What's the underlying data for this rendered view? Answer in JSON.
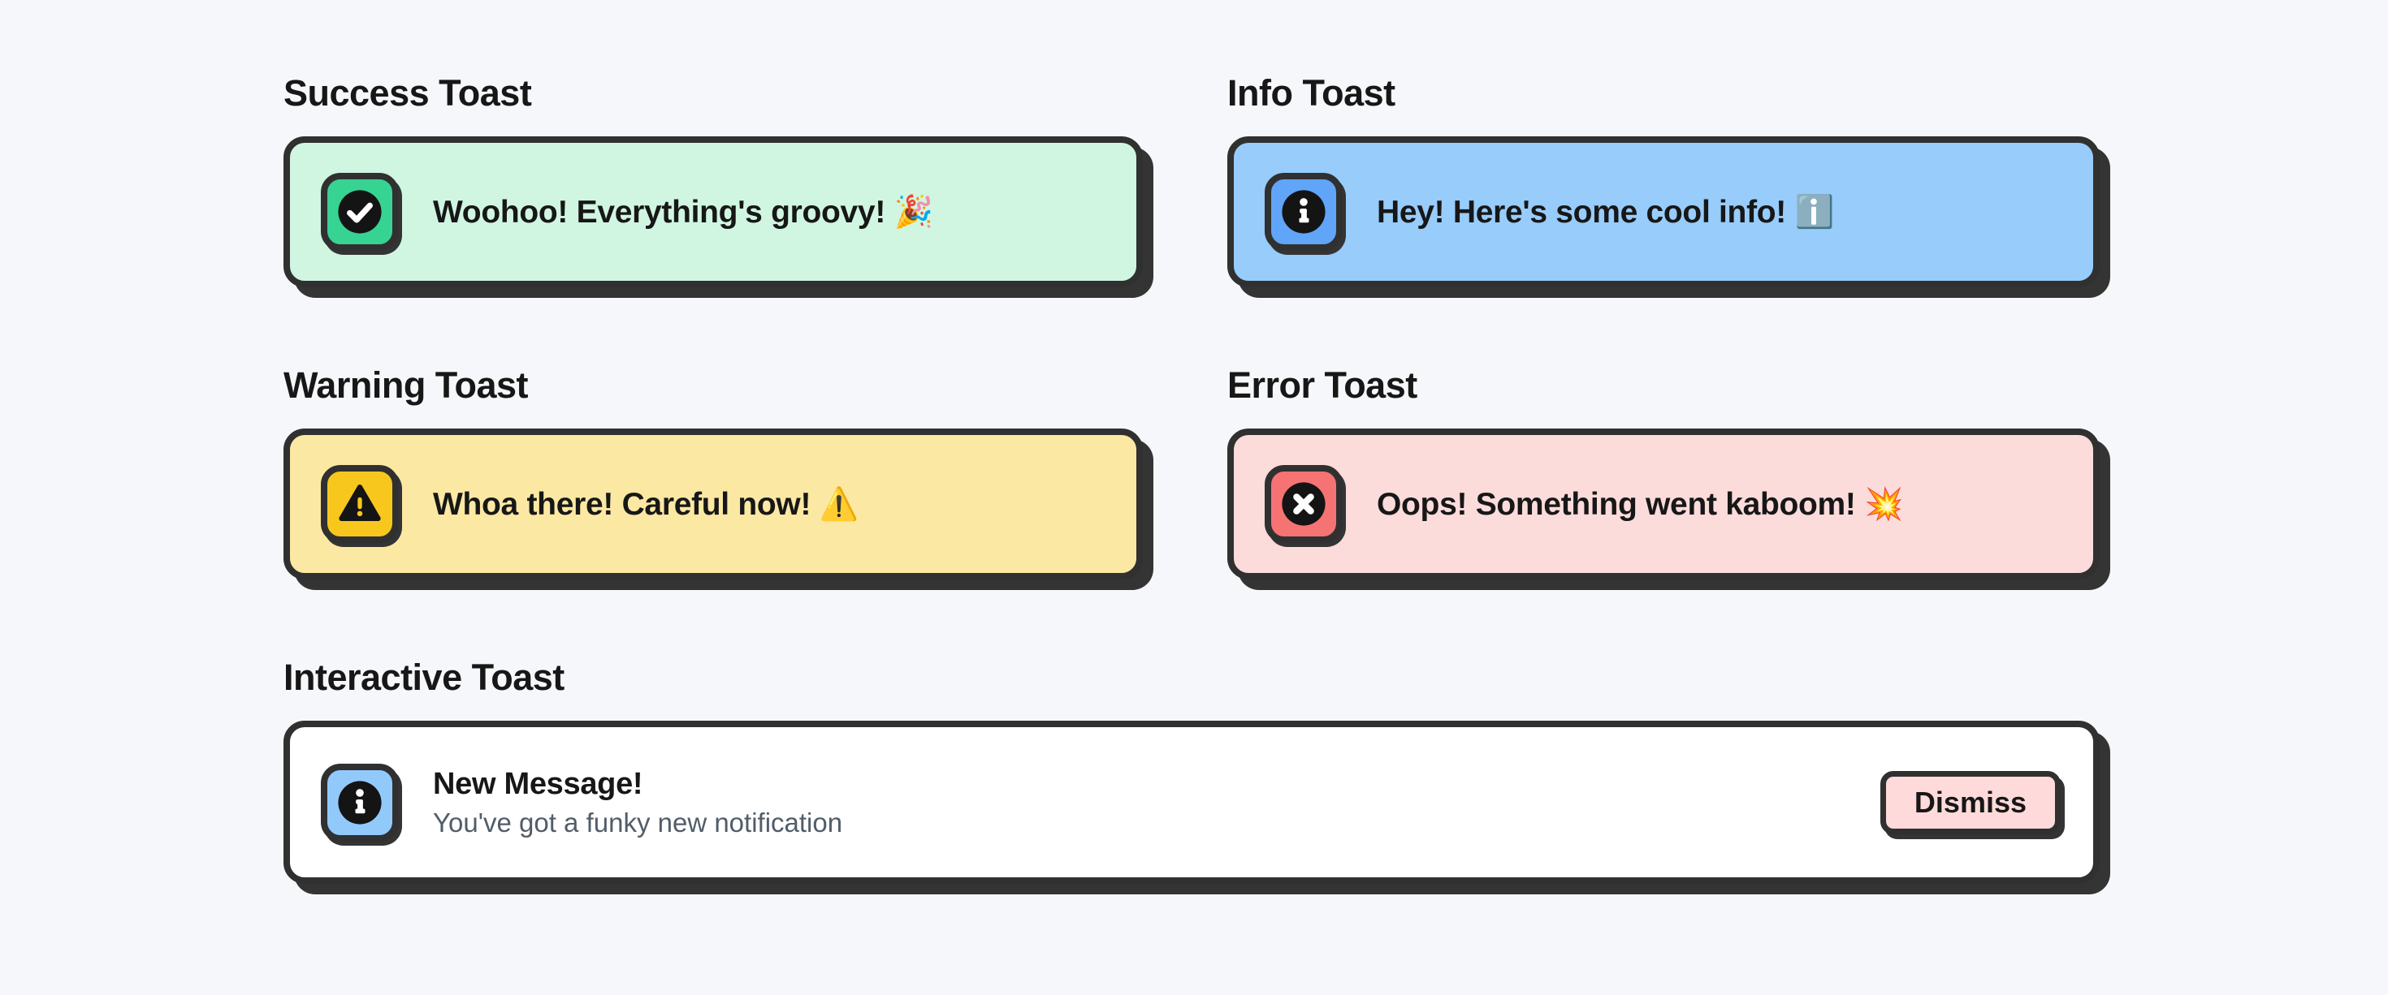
{
  "colors": {
    "page_bg": "#f6f7fa",
    "border": "#303030",
    "shadow": "#343434",
    "title_text": "#171717",
    "subtitle_text": "#515d69"
  },
  "sections": [
    {
      "id": "success",
      "title": "Success Toast",
      "message": "Woohoo! Everything's groovy! 🎉",
      "toast_bg": "#d0f6e1",
      "icon_bg": "#37d392",
      "icon": "check-circle-icon"
    },
    {
      "id": "info",
      "title": "Info Toast",
      "message": "Hey! Here's some cool info! ℹ️",
      "toast_bg": "#97ccfb",
      "icon_bg": "#60a5f8",
      "icon": "info-circle-icon"
    },
    {
      "id": "warning",
      "title": "Warning Toast",
      "message": "Whoa there! Careful now! ⚠️",
      "toast_bg": "#fbe8a3",
      "icon_bg": "#f8c71e",
      "icon": "triangle-warning-icon"
    },
    {
      "id": "error",
      "title": "Error Toast",
      "message": "Oops! Something went kaboom! 💥",
      "toast_bg": "#fcdbdb",
      "icon_bg": "#f57373",
      "icon": "circle-x-icon"
    }
  ],
  "interactive": {
    "title": "Interactive Toast",
    "heading": "New Message!",
    "subtitle": "You've got a funky new notification",
    "toast_bg": "#ffffff",
    "icon_bg": "#92c9fb",
    "icon": "info-circle-icon",
    "button_label": "Dismiss",
    "button_bg": "#ffdada"
  }
}
